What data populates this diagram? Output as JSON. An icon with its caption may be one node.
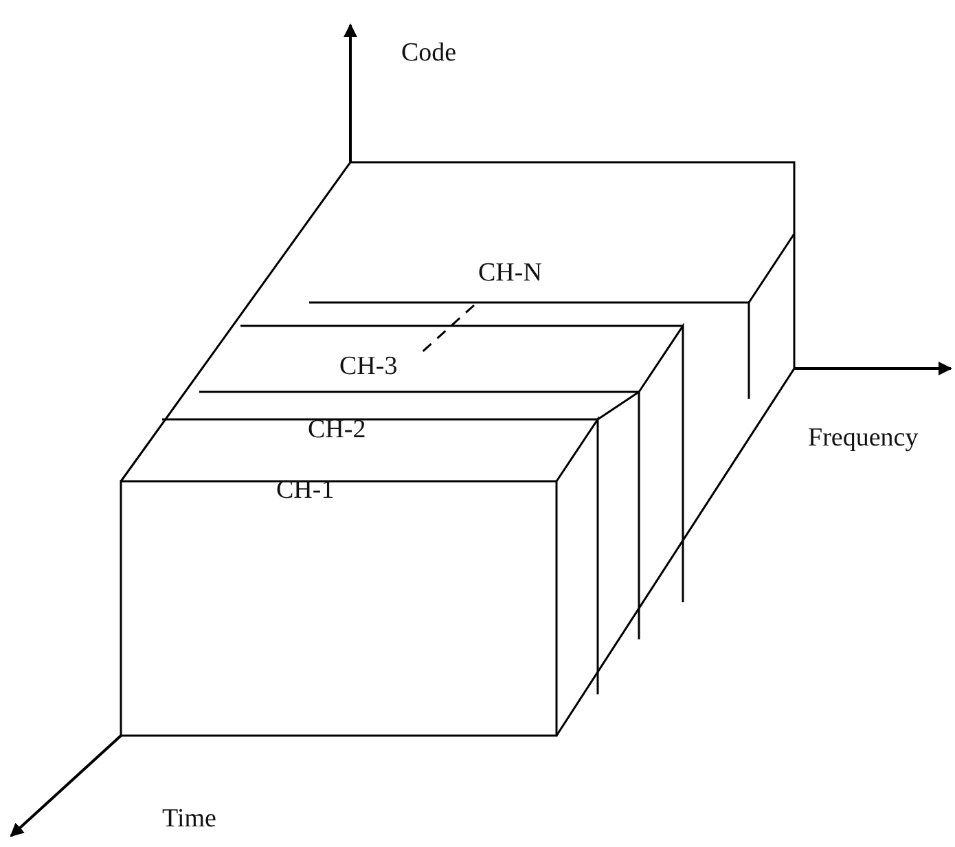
{
  "diagram": {
    "labels": [
      "Code",
      "CH-N",
      "CH-3",
      "CH-2",
      "CH-1",
      "Frequency",
      "Time"
    ]
  }
}
